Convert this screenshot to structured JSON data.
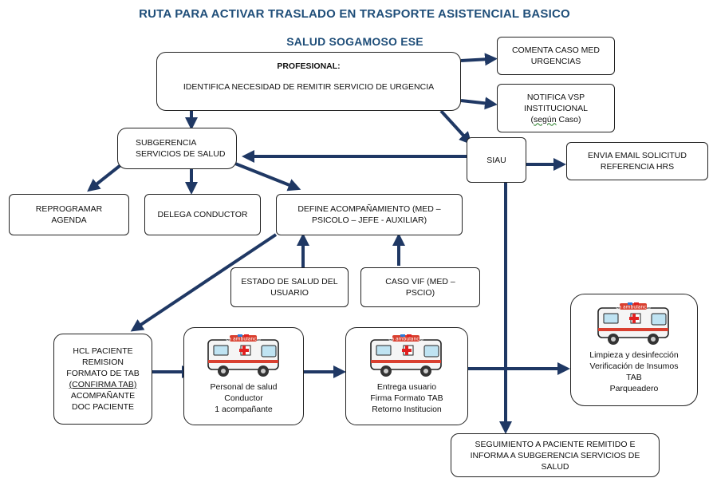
{
  "header": {
    "title": "RUTA PARA ACTIVAR TRASLADO EN  TRASPORTE ASISTENCIAL BASICO",
    "subtitle": "SALUD SOGAMOSO ESE"
  },
  "nodes": {
    "profesional": {
      "heading": "PROFESIONAL:",
      "text": "IDENTIFICA NECESIDAD DE REMITIR SERVICIO DE URGENCIA"
    },
    "comenta": {
      "line1": "COMENTA CASO MED",
      "line2": "URGENCIAS"
    },
    "notifica": {
      "line1": "NOTIFICA VSP",
      "line2": "INSTITUCIONAL",
      "line3_pre": "(",
      "line3_mark": "según",
      "line3_post": " Caso)"
    },
    "subgerencia": {
      "line1": "SUBGERENCIA",
      "line2": "SERVICIOS DE SALUD"
    },
    "siau": {
      "text": "SIAU"
    },
    "email": {
      "line1": "ENVIA EMAIL SOLICITUD",
      "line2": "REFERENCIA HRS"
    },
    "reprogramar": {
      "line1": "REPROGRAMAR",
      "line2": "AGENDA"
    },
    "delega": {
      "text": "DELEGA CONDUCTOR"
    },
    "define": {
      "line1": "DEFINE ACOMPAÑAMIENTO (MED –",
      "line2": "PSICOLO – JEFE - AUXILIAR)"
    },
    "estado": {
      "line1": "ESTADO DE SALUD DEL",
      "line2": "USUARIO"
    },
    "vif": {
      "line1": "CASO VIF (MED –",
      "line2": "PSCIO)"
    },
    "hcl": {
      "line1": "HCL PACIENTE",
      "line2": "REMISION",
      "line3": "FORMATO DE TAB",
      "line4": "(CONFIRMA TAB)",
      "line5": "ACOMPAÑANTE",
      "line6": "DOC PACIENTE"
    },
    "personal": {
      "line1": "Personal de salud",
      "line2": "Conductor",
      "line3": "1 acompañante"
    },
    "entrega": {
      "line1": "Entrega usuario",
      "line2": "Firma Formato TAB",
      "line3": "Retorno Institucion"
    },
    "limpieza": {
      "line1": "Limpieza y desinfección",
      "line2": "Verificación de Insumos",
      "line3": "TAB",
      "line4": "Parqueadero"
    },
    "seguimiento": {
      "line1": "SEGUIMIENTO A PACIENTE REMITIDO E",
      "line2": "INFORMA A SUBGERENCIA  SERVICIOS DE",
      "line3": "SALUD"
    }
  },
  "ambulance": {
    "label": "La ambulancia",
    "icon": "ambulance-icon"
  },
  "colors": {
    "arrow": "#1f3864",
    "title": "#1f4e79",
    "border": "#222222",
    "cross": "#e02020",
    "ambulance_stripe": "#d94030"
  }
}
